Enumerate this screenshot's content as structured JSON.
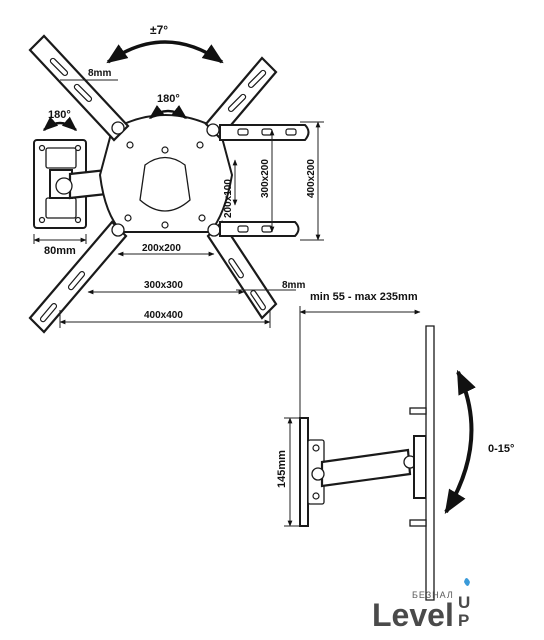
{
  "front_view": {
    "tilt_label": "±7°",
    "swivel_plate_label": "180°",
    "swivel_wall_label": "180°",
    "slot_width_top": "8mm",
    "slot_width_bottom": "8mm",
    "wall_plate_width": "80mm",
    "vesa_h_200x200": "200x200",
    "vesa_h_300x300": "300x300",
    "vesa_h_400x400": "400x400",
    "vesa_v_200x100": "200x100",
    "vesa_v_300x200": "300x200",
    "vesa_v_400x200": "400x200"
  },
  "side_view": {
    "depth_label": "min 55 - max 235mm",
    "height_label": "145mm",
    "tilt_range": "0-15°"
  },
  "logo": {
    "word": "Level",
    "word_tail": "P",
    "word_u": "U",
    "small": "БЕЗНАЛ"
  }
}
